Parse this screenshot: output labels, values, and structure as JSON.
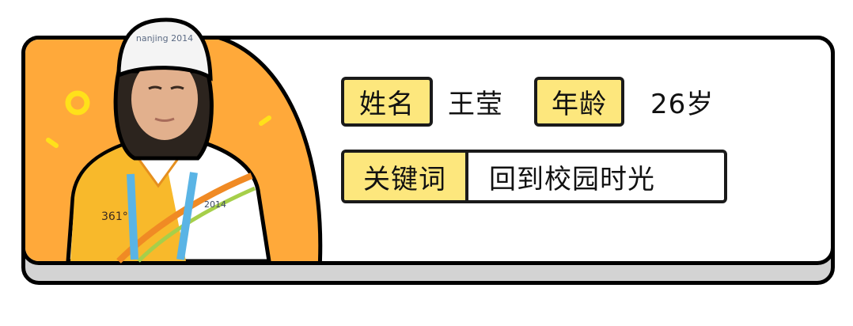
{
  "profile": {
    "name_label": "姓名",
    "name_value": "王莹",
    "age_label": "年龄",
    "age_value": "26岁",
    "keyword_label": "关键词",
    "keyword_value": "回到校园时光"
  },
  "portrait": {
    "cap_text": "nanjing 2014",
    "shirt_logo_text": "2014",
    "shirt_brand_text": "361°"
  },
  "colors": {
    "panel_orange": "#ffa93a",
    "label_yellow": "#fde77d",
    "decor_yellow": "#ffe11a",
    "outline": "#000000",
    "card_base_gray": "#d3d3d3",
    "lanyard_blue": "#5ab4e5"
  }
}
